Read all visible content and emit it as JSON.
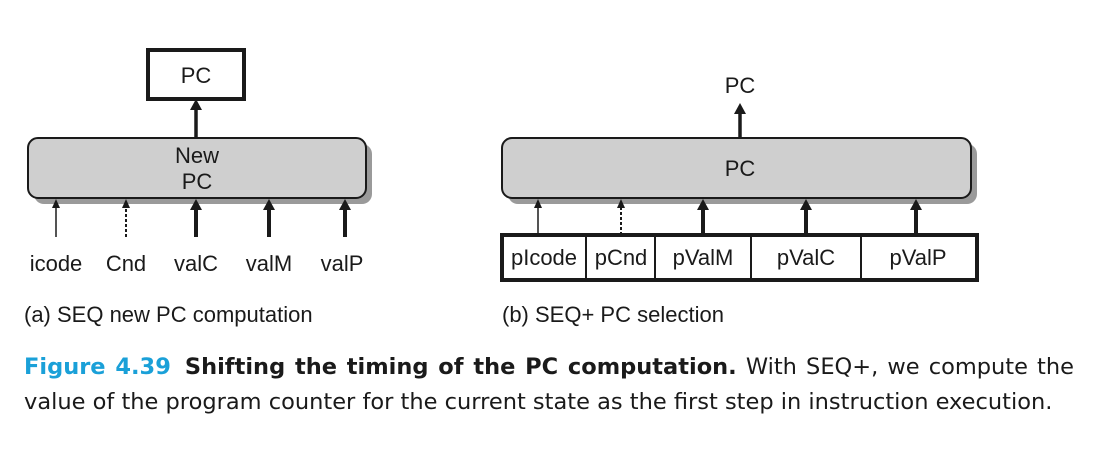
{
  "panel_a": {
    "output_box_label": "PC",
    "logic_box_line1": "New",
    "logic_box_line2": "PC",
    "inputs": [
      "icode",
      "Cnd",
      "valC",
      "valM",
      "valP"
    ],
    "caption": "(a) SEQ new PC computation"
  },
  "panel_b": {
    "output_label": "PC",
    "logic_box_label": "PC",
    "registers": [
      "pIcode",
      "pCnd",
      "pValM",
      "pValC",
      "pValP"
    ],
    "caption": "(b) SEQ+ PC selection"
  },
  "figure": {
    "number": "Figure 4.39",
    "title": "Shifting the timing of the PC computation.",
    "text": "With SEQ+, we compute the value of the program counter for the current state as the first step in instruction execution."
  }
}
